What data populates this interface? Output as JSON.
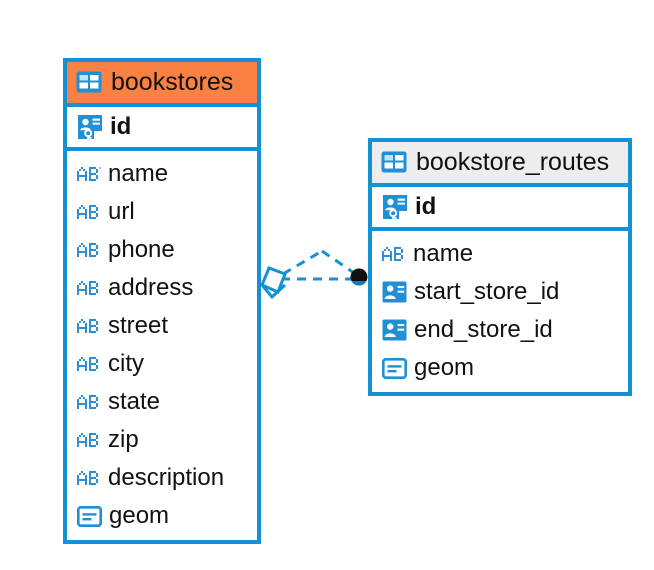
{
  "diagram": {
    "type": "entity-relationship-diagram",
    "background_color": "#ffffff",
    "accent_color": "#1391d4",
    "highlight_color": "#fa8141",
    "neutral_header_color": "#ededed"
  },
  "entities": [
    {
      "name": "bookstores",
      "header_style": "accent",
      "primary_key": {
        "label": "id",
        "icon": "primary-key-icon"
      },
      "fields": [
        {
          "label": "name",
          "icon": "abc-text-icon"
        },
        {
          "label": "url",
          "icon": "abc-text-icon"
        },
        {
          "label": "phone",
          "icon": "abc-text-icon"
        },
        {
          "label": "address",
          "icon": "abc-text-icon"
        },
        {
          "label": "street",
          "icon": "abc-text-icon"
        },
        {
          "label": "city",
          "icon": "abc-text-icon"
        },
        {
          "label": "state",
          "icon": "abc-text-icon"
        },
        {
          "label": "zip",
          "icon": "abc-text-icon"
        },
        {
          "label": "description",
          "icon": "abc-text-icon"
        },
        {
          "label": "geom",
          "icon": "geometry-icon"
        }
      ]
    },
    {
      "name": "bookstore_routes",
      "header_style": "neutral",
      "primary_key": {
        "label": "id",
        "icon": "primary-key-icon"
      },
      "fields": [
        {
          "label": "name",
          "icon": "abc-text-icon"
        },
        {
          "label": "start_store_id",
          "icon": "foreign-key-icon"
        },
        {
          "label": "end_store_id",
          "icon": "foreign-key-icon"
        },
        {
          "label": "geom",
          "icon": "geometry-icon"
        }
      ]
    }
  ],
  "relationship": {
    "from_entity": "bookstores",
    "to_entity": "bookstore_routes",
    "line_style": "dashed",
    "line_color": "#1391d4",
    "source_marker": "crows-foot-diamond",
    "target_marker": "filled-dot",
    "target_marker_color": "#111111"
  }
}
